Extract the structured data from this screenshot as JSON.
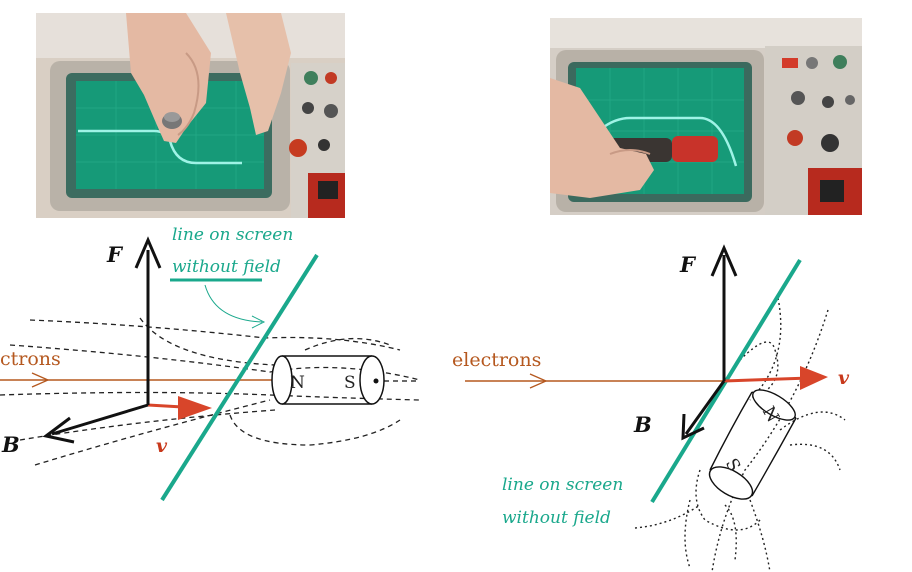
{
  "colors": {
    "teal": "#1aa88c",
    "brown": "#b5581f",
    "red": "#d8452a",
    "black": "#111111",
    "screen_green": "#1b8a6a"
  },
  "left_diagram": {
    "force_label": "F",
    "field_label": "B",
    "velocity_label": "v",
    "electrons_label": "ctrons",
    "screen_line_label_1": "line on screen",
    "screen_line_label_2": "without field",
    "magnet_north": "N",
    "magnet_south": "S"
  },
  "right_diagram": {
    "force_label": "F",
    "field_label": "B",
    "velocity_label": "v",
    "electrons_label": "electrons",
    "screen_line_label_1": "line on screen",
    "screen_line_label_2": "without field",
    "magnet_north": "N",
    "magnet_south": "S"
  },
  "photos": {
    "left_icon": "oscilloscope-hand-magnet-photo-icon",
    "right_icon": "oscilloscope-bar-magnet-photo-icon"
  }
}
